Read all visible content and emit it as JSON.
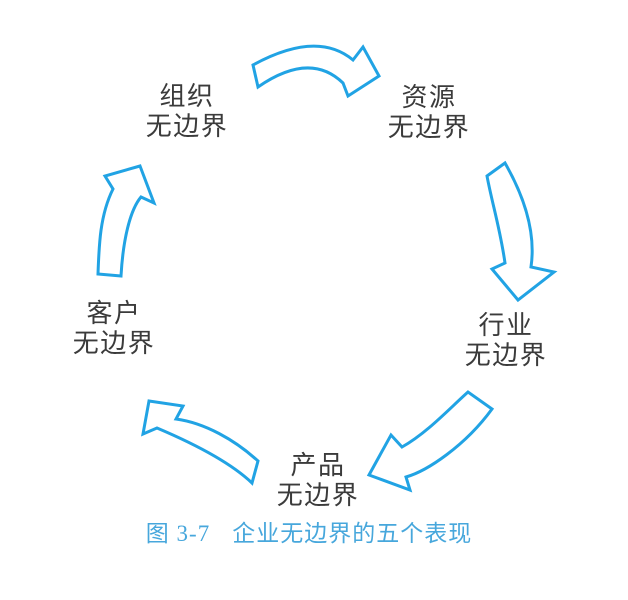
{
  "figure": {
    "type": "cycle-diagram",
    "caption": {
      "label": "图 3-7",
      "title": "企业无边界的五个表现"
    },
    "nodes": [
      {
        "id": "organization",
        "line1": "组织",
        "line2": "无边界"
      },
      {
        "id": "resources",
        "line1": "资源",
        "line2": "无边界"
      },
      {
        "id": "industry",
        "line1": "行业",
        "line2": "无边界"
      },
      {
        "id": "product",
        "line1": "产品",
        "line2": "无边界"
      },
      {
        "id": "customer",
        "line1": "客户",
        "line2": "无边界"
      }
    ],
    "arrows": [
      {
        "name": "organization-to-resources",
        "from": "组织无边界",
        "to": "资源无边界"
      },
      {
        "name": "resources-to-industry",
        "from": "资源无边界",
        "to": "行业无边界"
      },
      {
        "name": "industry-to-product",
        "from": "行业无边界",
        "to": "产品无边界"
      },
      {
        "name": "product-to-customer",
        "from": "产品无边界",
        "to": "客户无边界"
      },
      {
        "name": "customer-to-organization",
        "from": "客户无边界",
        "to": "组织无边界"
      }
    ],
    "colors": {
      "arrow": "#21a3e4",
      "caption": "#47a7dc",
      "text": "#3b3b3b",
      "background": "#ffffff"
    }
  }
}
